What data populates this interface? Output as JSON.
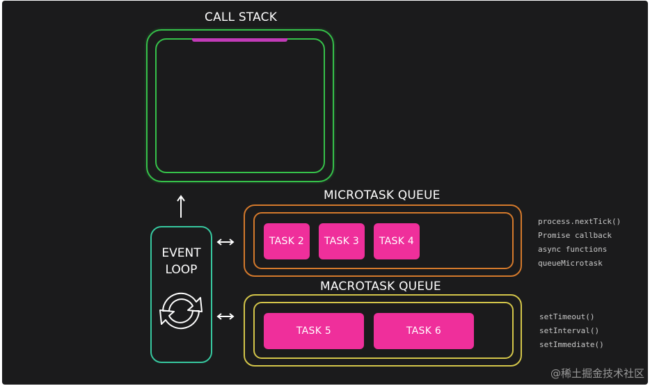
{
  "call_stack": {
    "title": "CALL STACK"
  },
  "event_loop": {
    "line1": "EVENT",
    "line2": "LOOP"
  },
  "microtask_queue": {
    "title": "MICROTASK QUEUE",
    "tasks": [
      "TASK 2",
      "TASK 3",
      "TASK 4"
    ],
    "apis": [
      "process.nextTick()",
      "Promise callback",
      "async functions",
      "queueMicrotask"
    ]
  },
  "macrotask_queue": {
    "title": "MACROTASK QUEUE",
    "tasks": [
      "TASK 5",
      "TASK 6"
    ],
    "apis": [
      "setTimeout()",
      "setInterval()",
      "setImmediate()"
    ]
  },
  "watermark": "@稀土掘金技术社区",
  "colors": {
    "background": "#1b1b1c",
    "call_stack_border": "#36c24a",
    "event_loop_border": "#37c9a0",
    "microtask_border": "#d57a2c",
    "macrotask_border": "#d4c64a",
    "task_fill": "#ef2f9b",
    "stack_marker": "#c23bb8"
  }
}
